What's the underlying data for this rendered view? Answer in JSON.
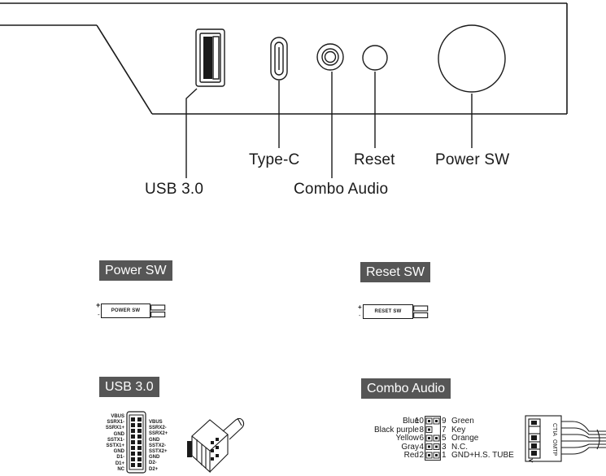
{
  "panel": {
    "labels": {
      "usb30": "USB 3.0",
      "typec": "Type-C",
      "combo_audio": "Combo Audio",
      "reset": "Reset",
      "power_sw": "Power SW"
    }
  },
  "headers": {
    "power_sw": {
      "title": "Power SW",
      "connector_label": "POWER SW",
      "plus": "+",
      "minus": "-"
    },
    "reset_sw": {
      "title": "Reset SW",
      "connector_label": "RESET SW",
      "plus": "+",
      "minus": "-"
    },
    "usb30": {
      "title": "USB 3.0",
      "pins_left": [
        "VBUS",
        "SSRX1-",
        "SSRX1+",
        "GND",
        "SSTX1-",
        "SSTX1+",
        "GND",
        "D1-",
        "D1+",
        "NC"
      ],
      "pins_right": [
        "VBUS",
        "SSRX2-",
        "SSRX2+",
        "GND",
        "SSTX2-",
        "SSTX2+",
        "GND",
        "D2-",
        "D2+"
      ]
    },
    "combo_audio": {
      "title": "Combo Audio",
      "rows": [
        {
          "left_color": "Blue",
          "left_pin": "10",
          "right_pin": "9",
          "right_name": "Green"
        },
        {
          "left_color": "Black purple",
          "left_pin": "8",
          "right_pin": "7",
          "right_name": "Key"
        },
        {
          "left_color": "Yellow",
          "left_pin": "6",
          "right_pin": "5",
          "right_name": "Orange"
        },
        {
          "left_color": "Gray",
          "left_pin": "4",
          "right_pin": "3",
          "right_name": "N.C."
        },
        {
          "left_color": "Red",
          "left_pin": "2",
          "right_pin": "1",
          "right_name": "GND+H.S. TUBE"
        }
      ],
      "plug_labels": [
        "CTIA",
        "OMTP"
      ]
    }
  }
}
